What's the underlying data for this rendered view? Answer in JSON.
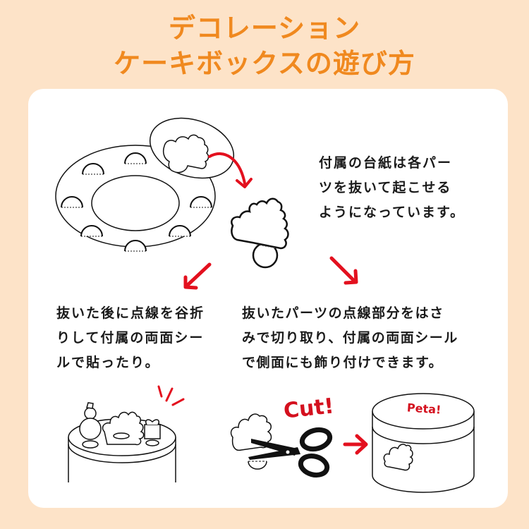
{
  "header": {
    "title_line1": "デコレーション",
    "title_line2": "ケーキボックスの遊び方"
  },
  "steps": {
    "intro": {
      "lines": [
        "付属の台紙は各パー",
        "ツを抜いて起こせる",
        "ようになっています。"
      ]
    },
    "fold_method": {
      "lines": [
        "抜いた後に点線を谷折",
        "りして付属の両面シー",
        "ルで貼ったり。"
      ]
    },
    "cut_method": {
      "lines": [
        "抜いたパーツの点線部分をはさ",
        "みで切り取り、付属の両面シール",
        "で側面にも飾り付けできます。"
      ]
    }
  },
  "illustrations": {
    "cut_label": "Cut!",
    "peta_label": "Peta!",
    "icons": [
      "punch-out-sheet",
      "curved-arrow",
      "tree-part",
      "arrow-down-left",
      "arrow-down-right",
      "cake-top-decorated",
      "scissors",
      "arrow-right",
      "cake-side-decorated"
    ]
  },
  "colors": {
    "background": "#FDE3C8",
    "title": "#F0891F",
    "accent_red": "#E3101E",
    "text": "#1a1a1a",
    "card": "#FFFFFF"
  }
}
